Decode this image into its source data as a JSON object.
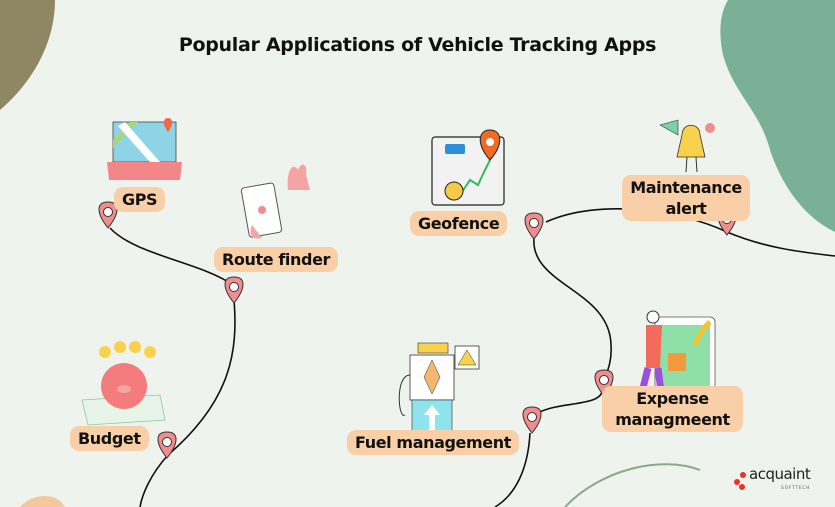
{
  "title": "Popular Applications of Vehicle Tracking Apps",
  "colors": {
    "background": "#eef3ee",
    "label": "#f8cfa6",
    "pin": "#f08d8f",
    "blob_left": "#8f8664",
    "blob_right": "#7ab096"
  },
  "items": [
    {
      "label": "GPS",
      "icon": "laptop-map-icon"
    },
    {
      "label": "Route finder",
      "icon": "phone-map-hand-icon"
    },
    {
      "label": "Geofence",
      "icon": "map-pin-route-icon"
    },
    {
      "label": "Maintenance alert",
      "icon": "bell-megaphone-icon"
    },
    {
      "label": "Budget",
      "icon": "piggy-bank-coins-icon"
    },
    {
      "label": "Fuel management",
      "icon": "fuel-pump-icon"
    },
    {
      "label": "Expense managmeent",
      "icon": "person-phone-money-icon"
    }
  ],
  "logo": {
    "name": "acquaint",
    "sub": "SOFTTECH"
  }
}
